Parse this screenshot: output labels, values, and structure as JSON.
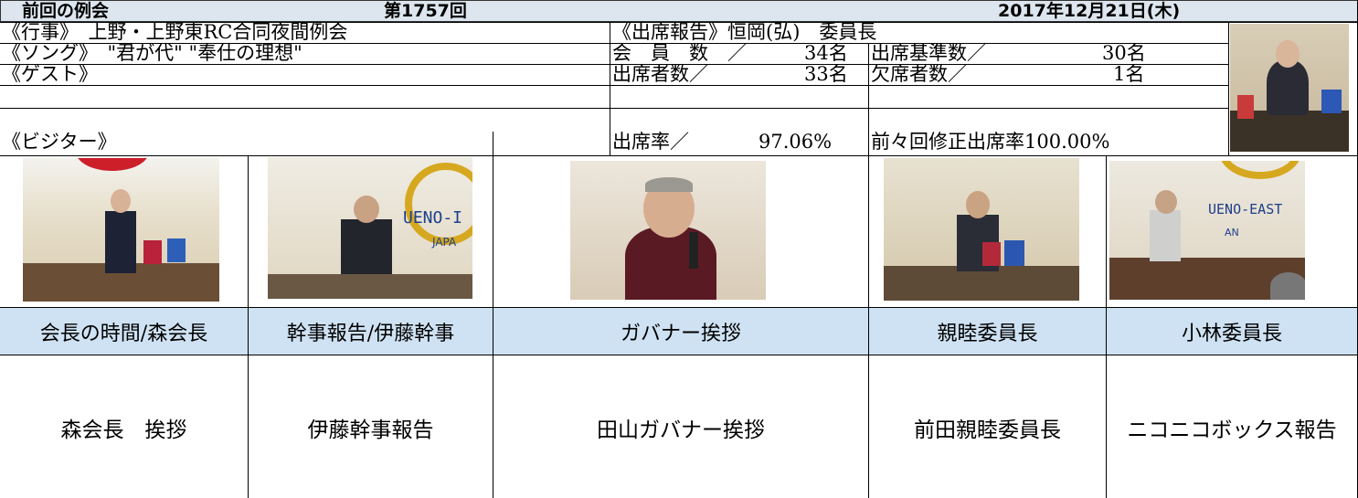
{
  "header": {
    "title": "前回の例会",
    "meeting_no": "第1757回",
    "date": "2017年12月21日(木)"
  },
  "info": {
    "event": "《行事》　上野・上野東RC合同夜間例会",
    "song": "《ソング》　\"君が代\" \"奉仕の理想\"",
    "guest": "《ゲスト》",
    "visitor": "《ビジター》",
    "attendance_report": "《出席報告》恒岡(弘)　委員長",
    "members_label": "会　員　数　／",
    "members_value": "34名",
    "attendees_label": "出席者数／",
    "attendees_value": "33名",
    "rate_label": "出席率／",
    "rate_value": "97.06%",
    "base_label": "出席基準数／",
    "base_value": "30名",
    "absent_label": "欠席者数／",
    "absent_value": "1名",
    "prev_rate": "前々回修正出席率100.00%"
  },
  "photo_texts": {
    "banner_2": "UENO-I",
    "banner_2b": "JAPA",
    "banner_5": "UENO-EAST",
    "banner_5b": "AN"
  },
  "columns": [
    {
      "label": "会長の時間/森会長",
      "body": "森会長　挨拶"
    },
    {
      "label": "幹事報告/伊藤幹事",
      "body": "伊藤幹事報告"
    },
    {
      "label": "ガバナー挨拶",
      "body": "田山ガバナー挨拶"
    },
    {
      "label": "親睦委員長",
      "body": "前田親睦委員長"
    },
    {
      "label": "小林委員長",
      "body": "ニコニコボックス報告"
    }
  ]
}
